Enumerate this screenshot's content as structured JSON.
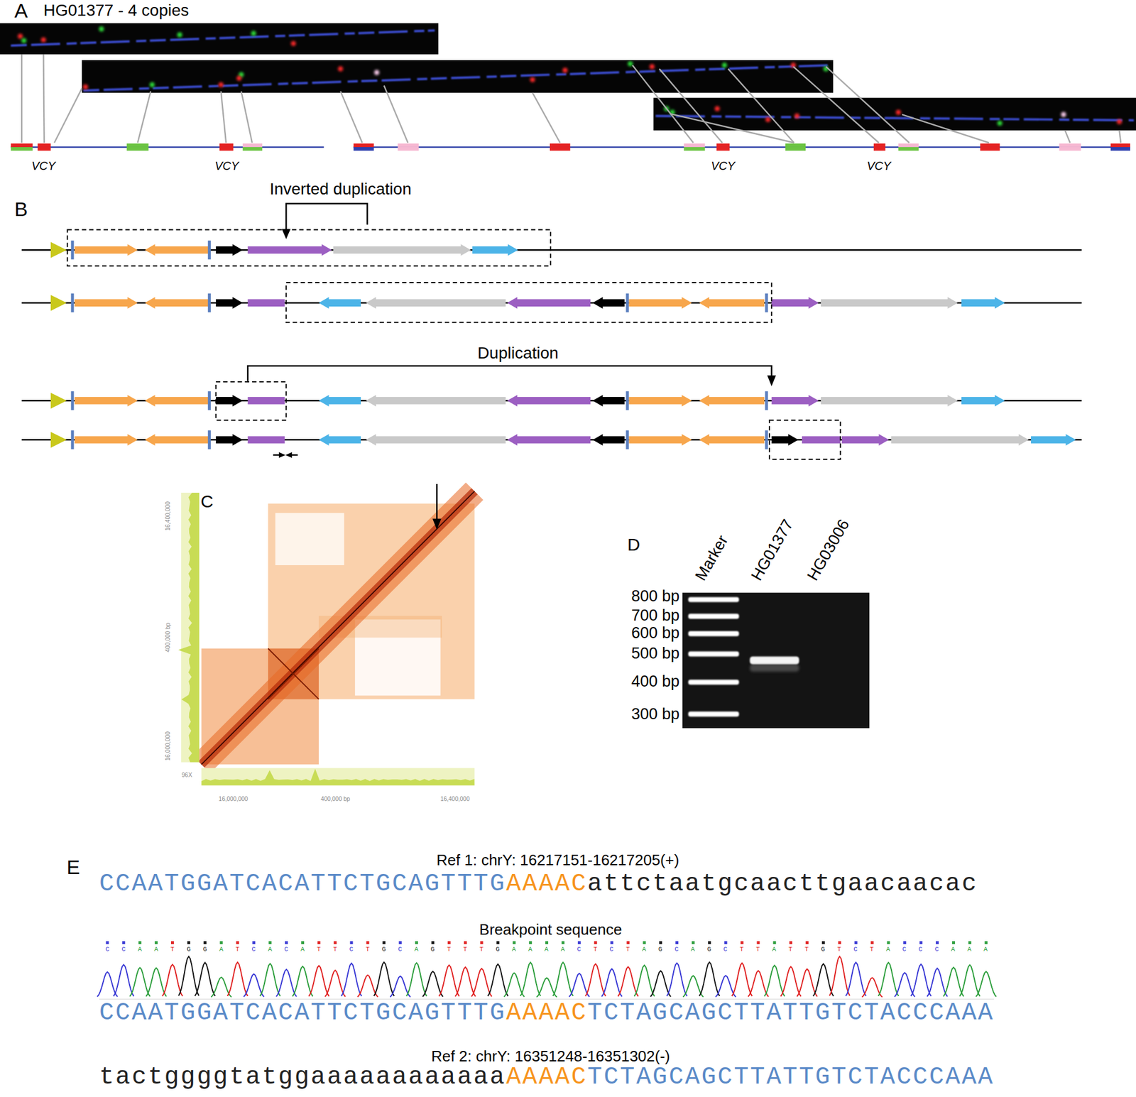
{
  "diagram": {
    "labels": [
      "A",
      "HG01377 - 4 copies",
      "VCY",
      "VCY",
      "VCY",
      "VCY",
      "B",
      "Inverted duplication",
      "Duplication",
      "C",
      "16,400,000",
      "400,000 bp",
      "16,000,000",
      "96X",
      "16,000,000",
      "400,000 bp",
      "16,400,000",
      "D",
      "Marker",
      "HG01377",
      "HG03006",
      "800 bp",
      "700 bp",
      "600 bp",
      "500 bp",
      "400 bp",
      "300 bp",
      "E",
      "Ref 1: chrY: 16217151-16217205(+)",
      "CCAATGGATCACATTCTGCAGTTTG",
      "AAAAC",
      "attctaatgcaacttgaacaacac",
      "Breakpoint sequence",
      "CCAATGGATCACATTCTGCAGTTTGAAAACTCTAGCAGCTTATTGTCTACCCAAA",
      "CCAATGGATCACATTCTGCAGTTTG",
      "AAAAC",
      "TCTAGCAGCTTATTGTCTACCCAAA",
      "Ref 2: chrY: 16351248-16351302(-)",
      "tactggggtatggaaaaaaaaaaaa",
      "AAAAC",
      "TCTAGCAGCTTATTGTCTACCCAAA"
    ]
  }
}
